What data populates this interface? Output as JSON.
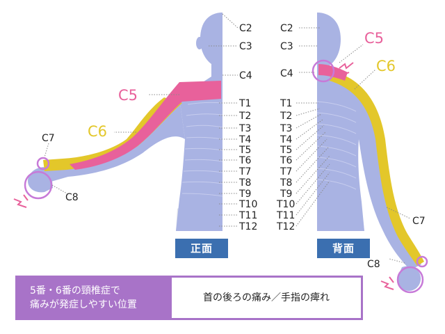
{
  "front": {
    "view_label": "正面",
    "levels": [
      "C2",
      "C3",
      "C4",
      "T1",
      "T2",
      "T3",
      "T4",
      "T5",
      "T6",
      "T7",
      "T8",
      "T9",
      "T10",
      "T11",
      "T12"
    ],
    "c5": "C5",
    "c6": "C6",
    "c7": "C7",
    "c8": "C8"
  },
  "back": {
    "view_label": "背面",
    "levels": [
      "C2",
      "C3",
      "C4",
      "T1",
      "T2",
      "T3",
      "T4",
      "T5",
      "T6",
      "T7",
      "T8",
      "T9",
      "T10",
      "T11",
      "T12"
    ],
    "c5": "C5",
    "c6": "C6",
    "c7": "C7",
    "c8": "C8"
  },
  "legend": {
    "title_line1": "5番・6番の頸椎症で",
    "title_line2": "痛みが発症しやすい位置",
    "description": "首の後ろの痛み／手指の痺れ"
  },
  "colors": {
    "body": "#a9b3e3",
    "body_dark": "#8f9bd6",
    "c5": "#e8619b",
    "c6": "#e3c72a",
    "pain": "#c77ad8",
    "lumbar": "#dde0ea",
    "label_bg": "#3b6fb0",
    "legend_border": "#a873c8"
  }
}
